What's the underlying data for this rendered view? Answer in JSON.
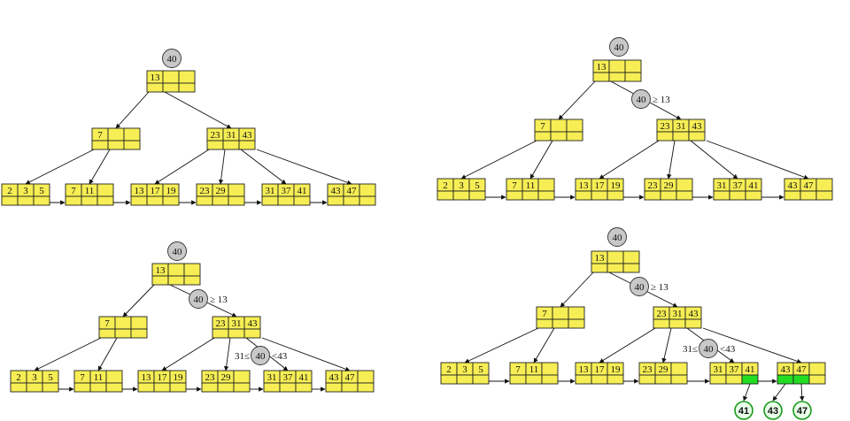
{
  "search_key": "40",
  "panels": [
    {
      "id": "panel-1",
      "root": [
        "13"
      ],
      "level1": [
        [
          "7"
        ],
        [
          "23",
          "31",
          "43"
        ]
      ],
      "leaves": [
        [
          "2",
          "3",
          "5"
        ],
        [
          "7",
          "11"
        ],
        [
          "13",
          "17",
          "19"
        ],
        [
          "23",
          "29"
        ],
        [
          "31",
          "37",
          "41"
        ],
        [
          "43",
          "47"
        ]
      ],
      "comparisons": [],
      "results": []
    },
    {
      "id": "panel-2",
      "root": [
        "13"
      ],
      "level1": [
        [
          "7"
        ],
        [
          "23",
          "31",
          "43"
        ]
      ],
      "leaves": [
        [
          "2",
          "3",
          "5"
        ],
        [
          "7",
          "11"
        ],
        [
          "13",
          "17",
          "19"
        ],
        [
          "23",
          "29"
        ],
        [
          "31",
          "37",
          "41"
        ],
        [
          "43",
          "47"
        ]
      ],
      "comparisons": [
        {
          "at": "root-right",
          "before": "",
          "after": "≥ 13"
        }
      ],
      "results": []
    },
    {
      "id": "panel-3",
      "root": [
        "13"
      ],
      "level1": [
        [
          "7"
        ],
        [
          "23",
          "31",
          "43"
        ]
      ],
      "leaves": [
        [
          "2",
          "3",
          "5"
        ],
        [
          "7",
          "11"
        ],
        [
          "13",
          "17",
          "19"
        ],
        [
          "23",
          "29"
        ],
        [
          "31",
          "37",
          "41"
        ],
        [
          "43",
          "47"
        ]
      ],
      "comparisons": [
        {
          "at": "root-right",
          "before": "",
          "after": "≥ 13"
        },
        {
          "at": "level1-mid",
          "before": "31≤",
          "after": "<43"
        }
      ],
      "results": []
    },
    {
      "id": "panel-4",
      "root": [
        "13"
      ],
      "level1": [
        [
          "7"
        ],
        [
          "23",
          "31",
          "43"
        ]
      ],
      "leaves": [
        [
          "2",
          "3",
          "5"
        ],
        [
          "7",
          "11"
        ],
        [
          "13",
          "17",
          "19"
        ],
        [
          "23",
          "29"
        ],
        [
          "31",
          "37",
          "41"
        ],
        [
          "43",
          "47"
        ]
      ],
      "comparisons": [
        {
          "at": "root-right",
          "before": "",
          "after": "≥ 13"
        },
        {
          "at": "level1-mid",
          "before": "31≤",
          "after": "<43"
        }
      ],
      "highlight": [
        {
          "leaf": 4,
          "slot": 2
        },
        {
          "leaf": 5,
          "slot": 0
        },
        {
          "leaf": 5,
          "slot": 1
        }
      ],
      "results": [
        "41",
        "43",
        "47"
      ]
    }
  ],
  "colors": {
    "node_fill": "#f6ee54",
    "highlight": "#22dd22",
    "search_circle": "#c8c8c8",
    "result_ring": "#1a9a1a"
  }
}
